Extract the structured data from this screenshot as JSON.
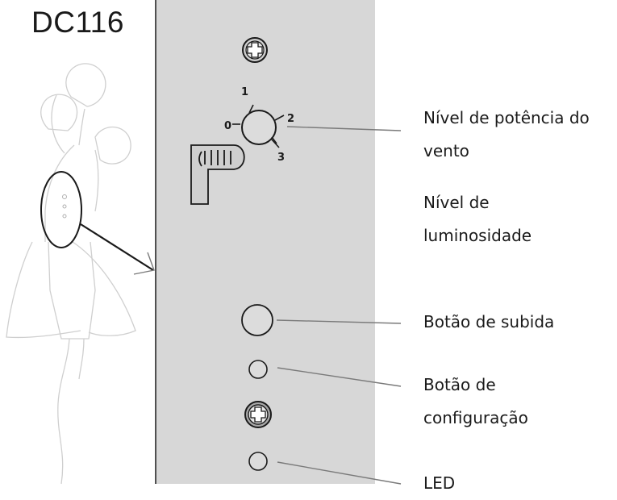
{
  "model": "DC116",
  "dial": {
    "levels": [
      "0",
      "1",
      "2",
      "3"
    ]
  },
  "labels": {
    "wind_level_line1": "Nível de potência do",
    "wind_level_line2": "vento",
    "light_level_line1": "Nível de",
    "light_level_line2": "luminosidade",
    "up_button": "Botão de subida",
    "config_button_line1": "Botão de",
    "config_button_line2": "configuração",
    "led": "LED"
  },
  "colors": {
    "panel": "#d7d7d7",
    "outline": "#1a1a1a",
    "leader_line": "#7a7a7a",
    "sensor_sketch": "#c8c8c8"
  }
}
